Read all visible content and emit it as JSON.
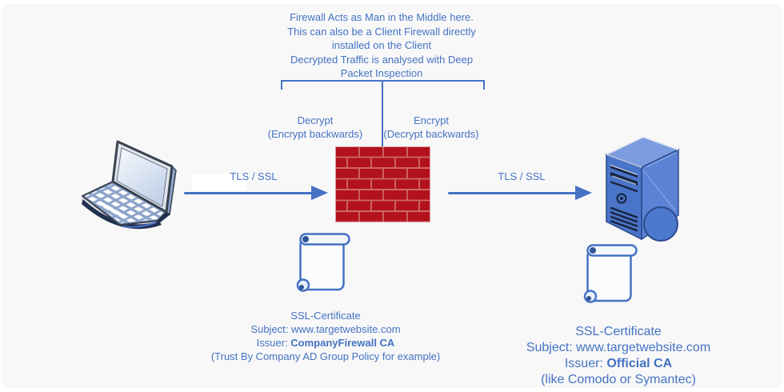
{
  "colors": {
    "accent_blue": "#4472c4",
    "dark_blue": "#2f5597",
    "brick_red": "#b2121b",
    "mortar_red": "#cd686a",
    "background": "#f8f8f8"
  },
  "annotation": {
    "text": "Firewall Acts as Man in the Middle here.\nThis can also be a Client Firewall directly\ninstalled on the Client\nDecrypted Traffic is analysed with Deep\nPacket Inspection"
  },
  "process_labels": {
    "left_title": "Decrypt",
    "left_sub": "(Encrypt backwards)",
    "right_title": "Encrypt",
    "right_sub": "(Decrypt backwards)"
  },
  "connections": {
    "client_to_firewall": "TLS / SSL",
    "firewall_to_server": "TLS / SSL"
  },
  "icons": {
    "client": "laptop-icon",
    "firewall": "brick-wall-icon",
    "server": "server-tower-icon",
    "certificate_left": "certificate-scroll-icon",
    "certificate_right": "certificate-scroll-icon"
  },
  "certificates": {
    "firewall_cert": {
      "title": "SSL-Certificate",
      "subject": "Subject: www.targetwebsite.com",
      "issuer_prefix": "Issuer: ",
      "issuer_ca": "CompanyFirewall CA",
      "note": "(Trust By Company AD Group Policy for example)"
    },
    "server_cert": {
      "title": "SSL-Certificate",
      "subject": "Subject: www.targetwebsite.com",
      "issuer_prefix": "Issuer: ",
      "issuer_ca": "Official CA",
      "note": "(like Comodo or Symantec)"
    }
  }
}
